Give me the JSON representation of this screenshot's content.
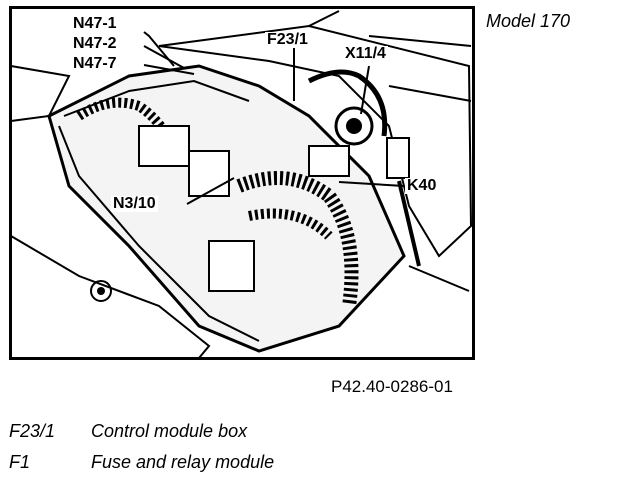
{
  "model_label": "Model 170",
  "figure_ref": "P42.40-0286-01",
  "callouts": {
    "n47_1": "N47-1",
    "n47_2": "N47-2",
    "n47_7": "N47-7",
    "f23_1": "F23/1",
    "x11_4": "X11/4",
    "n3_10": "N3/10",
    "k40": "K40"
  },
  "legend": [
    {
      "code": "F23/1",
      "desc": "Control module box"
    },
    {
      "code": "F1",
      "desc": "Fuse and relay module"
    }
  ]
}
